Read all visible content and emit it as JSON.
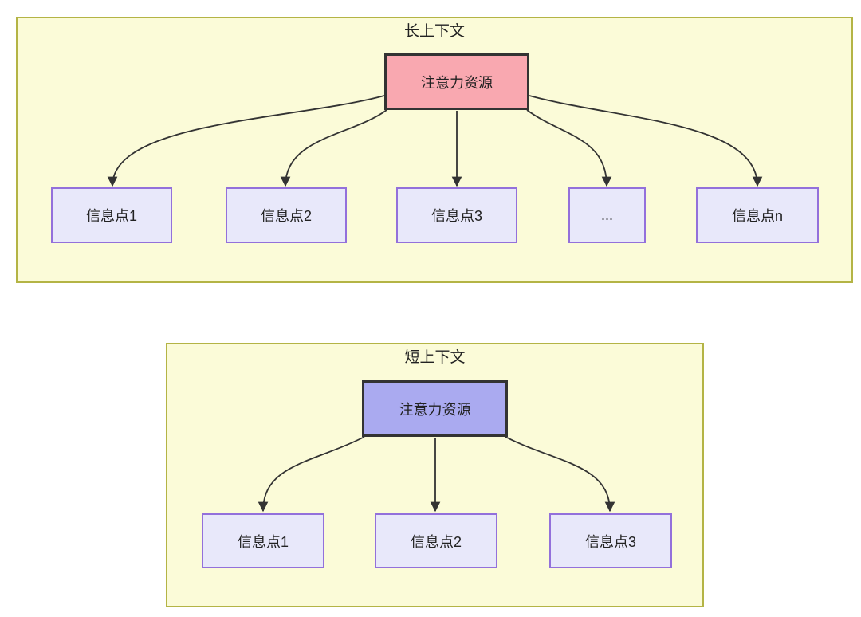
{
  "diagram": {
    "long_context": {
      "title": "长上下文",
      "source": {
        "label": "注意力资源",
        "fill": "#f9a8b0"
      },
      "targets": [
        {
          "label": "信息点1"
        },
        {
          "label": "信息点2"
        },
        {
          "label": "信息点3"
        },
        {
          "label": "..."
        },
        {
          "label": "信息点n"
        }
      ]
    },
    "short_context": {
      "title": "短上下文",
      "source": {
        "label": "注意力资源",
        "fill": "#aaaaf0"
      },
      "targets": [
        {
          "label": "信息点1"
        },
        {
          "label": "信息点2"
        },
        {
          "label": "信息点3"
        }
      ]
    },
    "colors": {
      "container_bg": "#fbfbd8",
      "container_border": "#b4b445",
      "source_node_border": "#333333",
      "info_node_fill": "#e8e8fa",
      "info_node_border": "#9370db",
      "arrow": "#333333",
      "text": "#222222"
    }
  }
}
